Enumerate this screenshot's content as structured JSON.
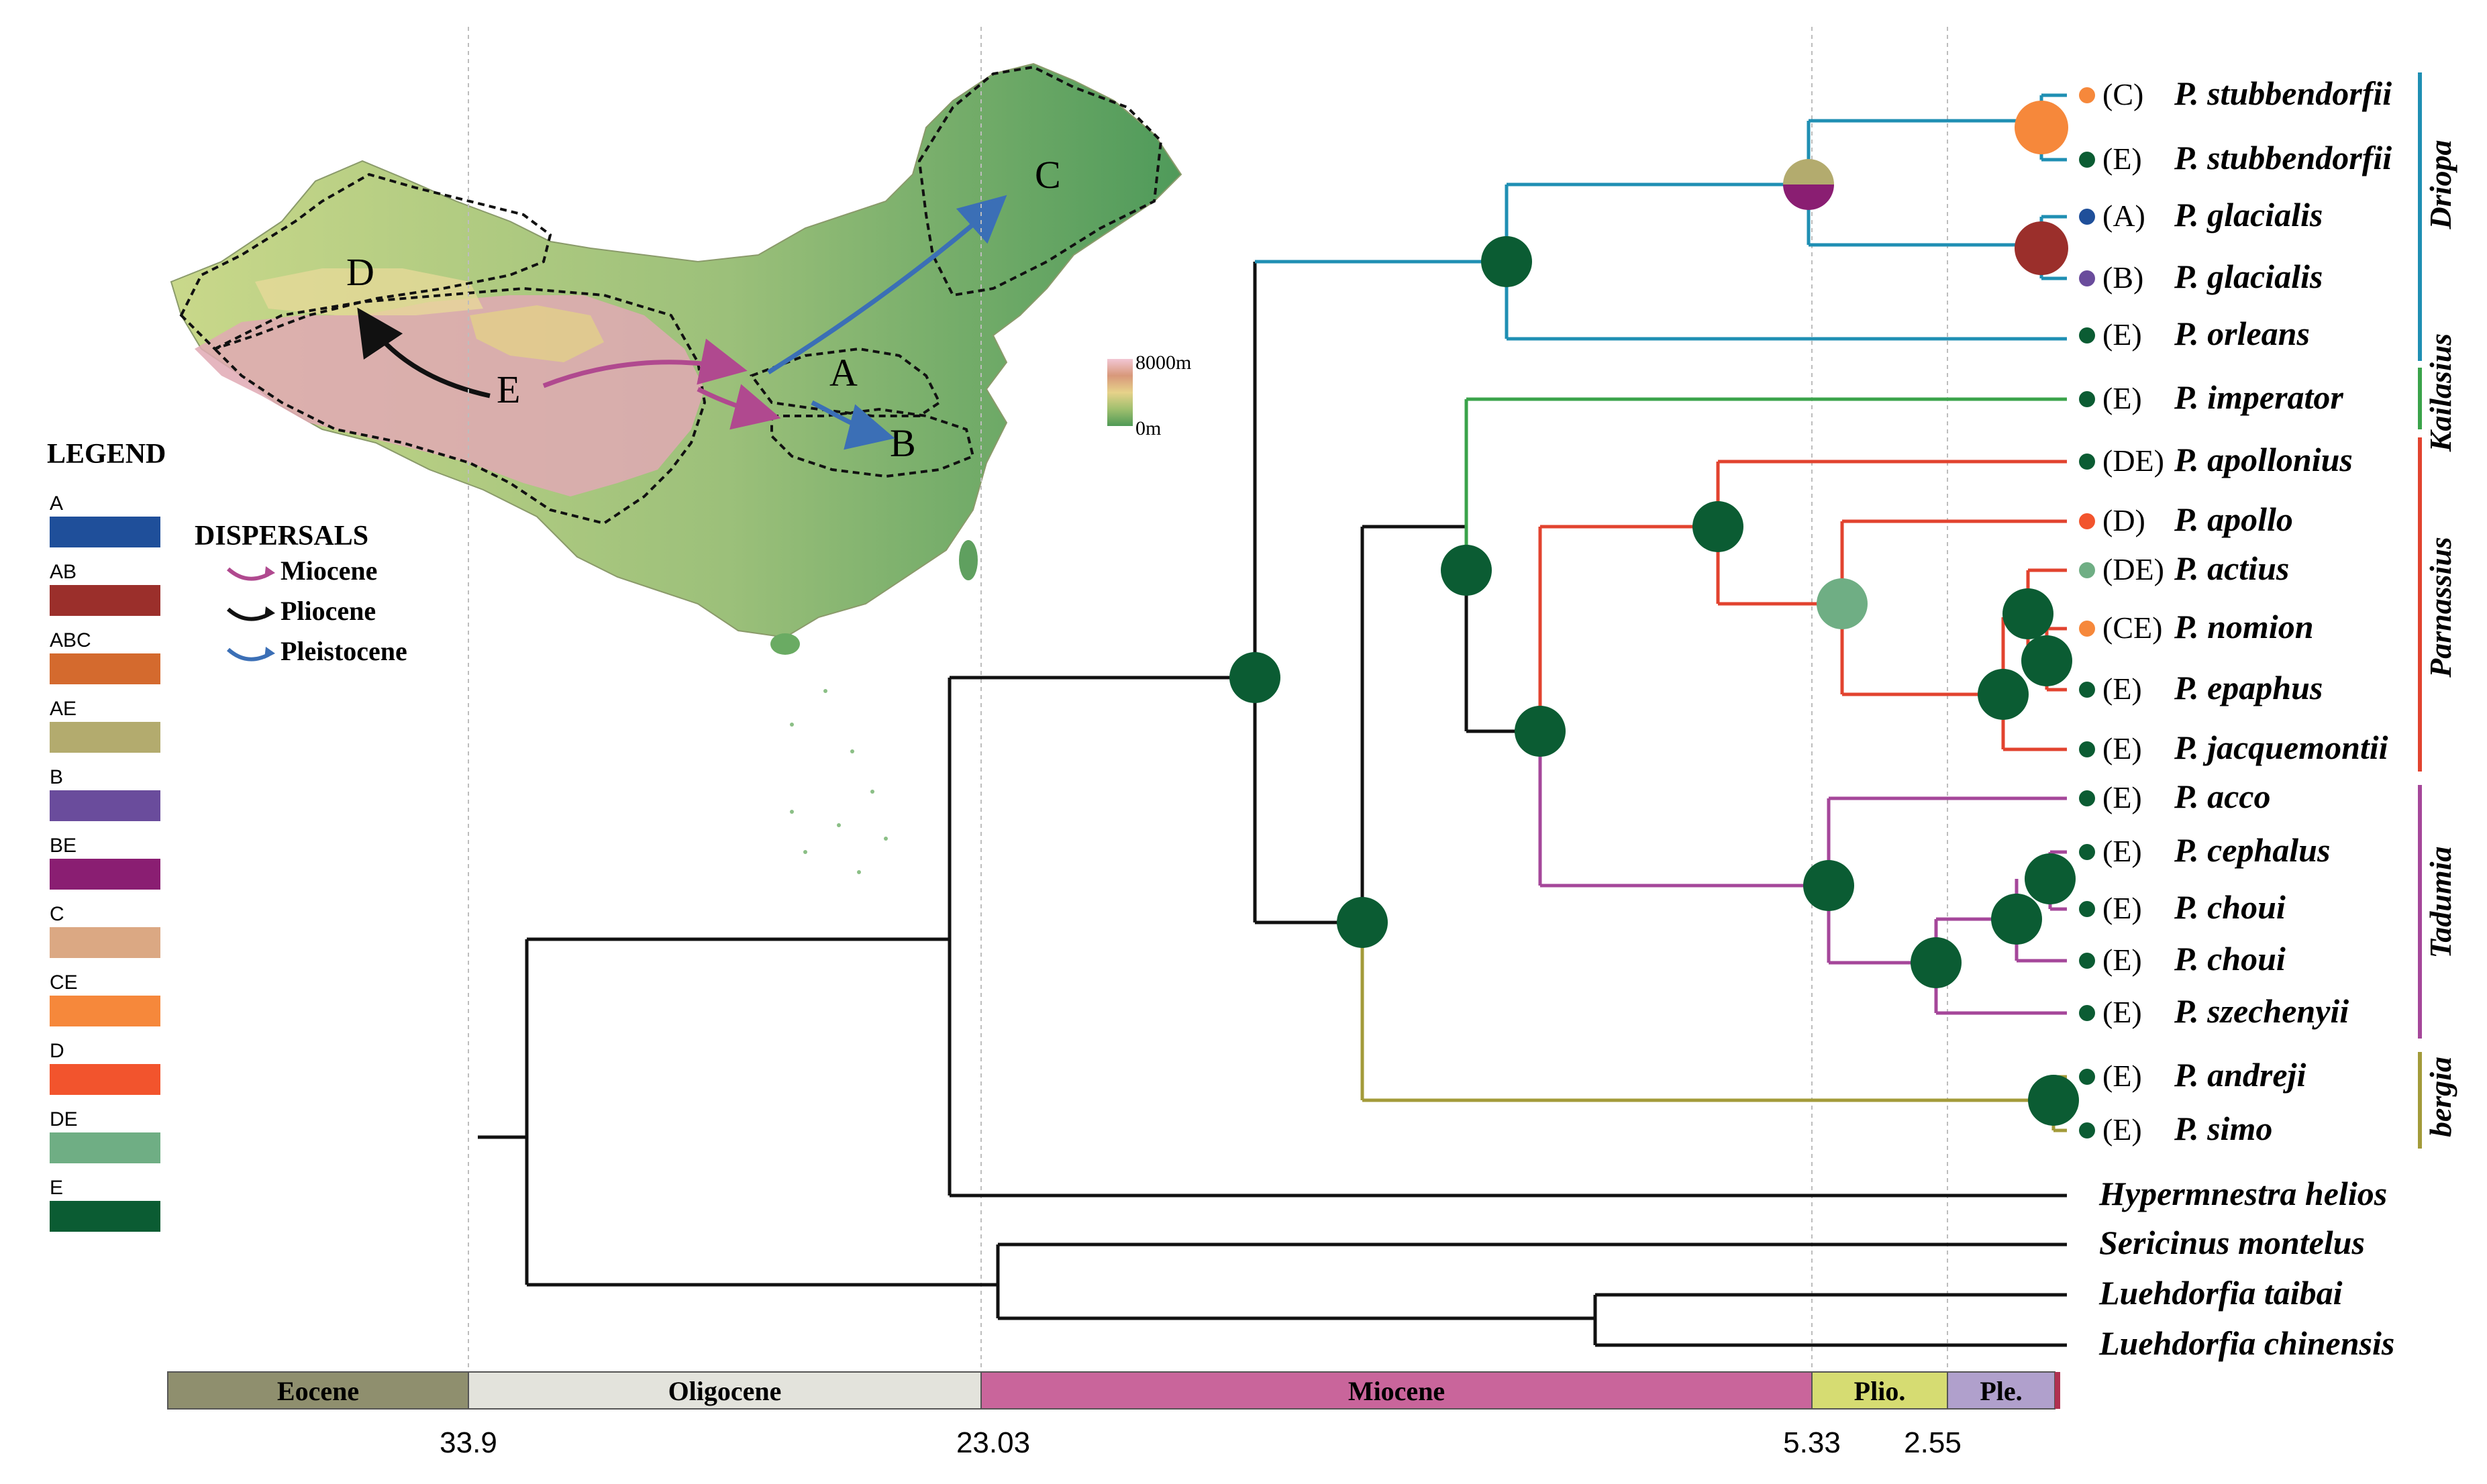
{
  "colors": {
    "A": "#1f4f9a",
    "AB": "#9b2f2b",
    "ABC": "#d46a2e",
    "AE": "#b3ab6e",
    "B": "#6a4c9c",
    "BE": "#8a1e72",
    "C": "#dba883",
    "CE": "#f6883b",
    "D": "#f2542d",
    "DE": "#6fae84",
    "E": "#0b5c33",
    "driopa": "#1f8fb3",
    "kailasius": "#3aa34a",
    "parnassius": "#e2432f",
    "tadumia": "#a5479a",
    "bergia": "#a39b3a",
    "outgroup": "#111111"
  },
  "legend": {
    "title": "LEGEND",
    "items": [
      {
        "label": "A",
        "color_key": "A"
      },
      {
        "label": "AB",
        "color_key": "AB"
      },
      {
        "label": "ABC",
        "color_key": "ABC"
      },
      {
        "label": "AE",
        "color_key": "AE"
      },
      {
        "label": "B",
        "color_key": "B"
      },
      {
        "label": "BE",
        "color_key": "BE"
      },
      {
        "label": "C",
        "color_key": "C"
      },
      {
        "label": "CE",
        "color_key": "CE"
      },
      {
        "label": "D",
        "color_key": "D"
      },
      {
        "label": "DE",
        "color_key": "DE"
      },
      {
        "label": "E",
        "color_key": "E"
      }
    ]
  },
  "dispersals": {
    "title": "DISPERSALS",
    "items": [
      {
        "label": "Miocene",
        "color": "#b0498f"
      },
      {
        "label": "Pliocene",
        "color": "#111111"
      },
      {
        "label": "Pleistocene",
        "color": "#3b6fb6"
      }
    ]
  },
  "map": {
    "regions": [
      "A",
      "B",
      "C",
      "D",
      "E"
    ],
    "elevation_max": "8000m",
    "elevation_min": "0m"
  },
  "taxa": [
    {
      "area": "(C)",
      "name": "P. stubbendorfii",
      "dot": "CE"
    },
    {
      "area": "(E)",
      "name": "P. stubbendorfii",
      "dot": "E"
    },
    {
      "area": "(A)",
      "name": "P. glacialis",
      "dot": "A"
    },
    {
      "area": "(B)",
      "name": "P. glacialis",
      "dot": "B"
    },
    {
      "area": "(E)",
      "name": "P. orleans",
      "dot": "E"
    },
    {
      "area": "(E)",
      "name": "P. imperator",
      "dot": "E"
    },
    {
      "area": "(DE)",
      "name": "P. apollonius",
      "dot": "E"
    },
    {
      "area": "(D)",
      "name": "P. apollo",
      "dot": "D"
    },
    {
      "area": "(DE)",
      "name": "P. actius",
      "dot": "DE"
    },
    {
      "area": "(CE)",
      "name": "P. nomion",
      "dot": "CE"
    },
    {
      "area": "(E)",
      "name": "P. epaphus",
      "dot": "E"
    },
    {
      "area": "(E)",
      "name": "P. jacquemontii",
      "dot": "E"
    },
    {
      "area": "(E)",
      "name": "P. acco",
      "dot": "E"
    },
    {
      "area": "(E)",
      "name": "P. cephalus",
      "dot": "E"
    },
    {
      "area": "(E)",
      "name": "P. choui",
      "dot": "E"
    },
    {
      "area": "(E)",
      "name": "P. choui",
      "dot": "E"
    },
    {
      "area": "(E)",
      "name": "P. szechenyii",
      "dot": "E"
    },
    {
      "area": "(E)",
      "name": "P. andreji",
      "dot": "E"
    },
    {
      "area": "(E)",
      "name": "P. simo",
      "dot": "E"
    }
  ],
  "outgroups": [
    "Hypermnestra helios",
    "Sericinus montelus",
    "Luehdorfia taibai",
    "Luehdorfia chinensis"
  ],
  "subgenera": [
    "Driopa",
    "Kailasius",
    "Parnassius",
    "Tadumia",
    "bergia"
  ],
  "epochs": [
    "Eocene",
    "Oligocene",
    "Miocene",
    "Plio.",
    "Ple."
  ],
  "time_ticks": [
    "33.9",
    "23.03",
    "5.33",
    "2.55"
  ]
}
